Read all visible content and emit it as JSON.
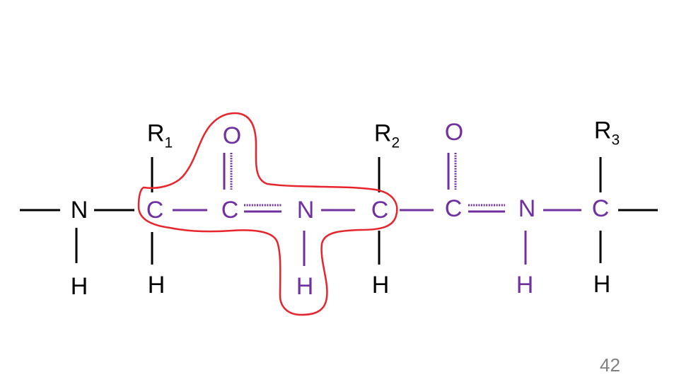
{
  "colors": {
    "main_chain": "#000000",
    "peptide": "#7030a0",
    "highlight_outline": "#e8242c"
  },
  "atoms": {
    "n1": "N",
    "h_n1": "H",
    "c_alpha1": "C",
    "h_ca1": "H",
    "r1": "R",
    "r1_sub": "1",
    "o1": "O",
    "c_carbonyl1": "C",
    "n2": "N",
    "h_n2": "H",
    "c_alpha2": "C",
    "h_ca2": "H",
    "r2": "R",
    "r2_sub": "2",
    "o2": "O",
    "c_carbonyl2": "C",
    "n3": "N",
    "h_n3": "H",
    "c_alpha3": "C",
    "h_ca3": "H",
    "r3": "R",
    "r3_sub": "3"
  },
  "page_number": "42"
}
